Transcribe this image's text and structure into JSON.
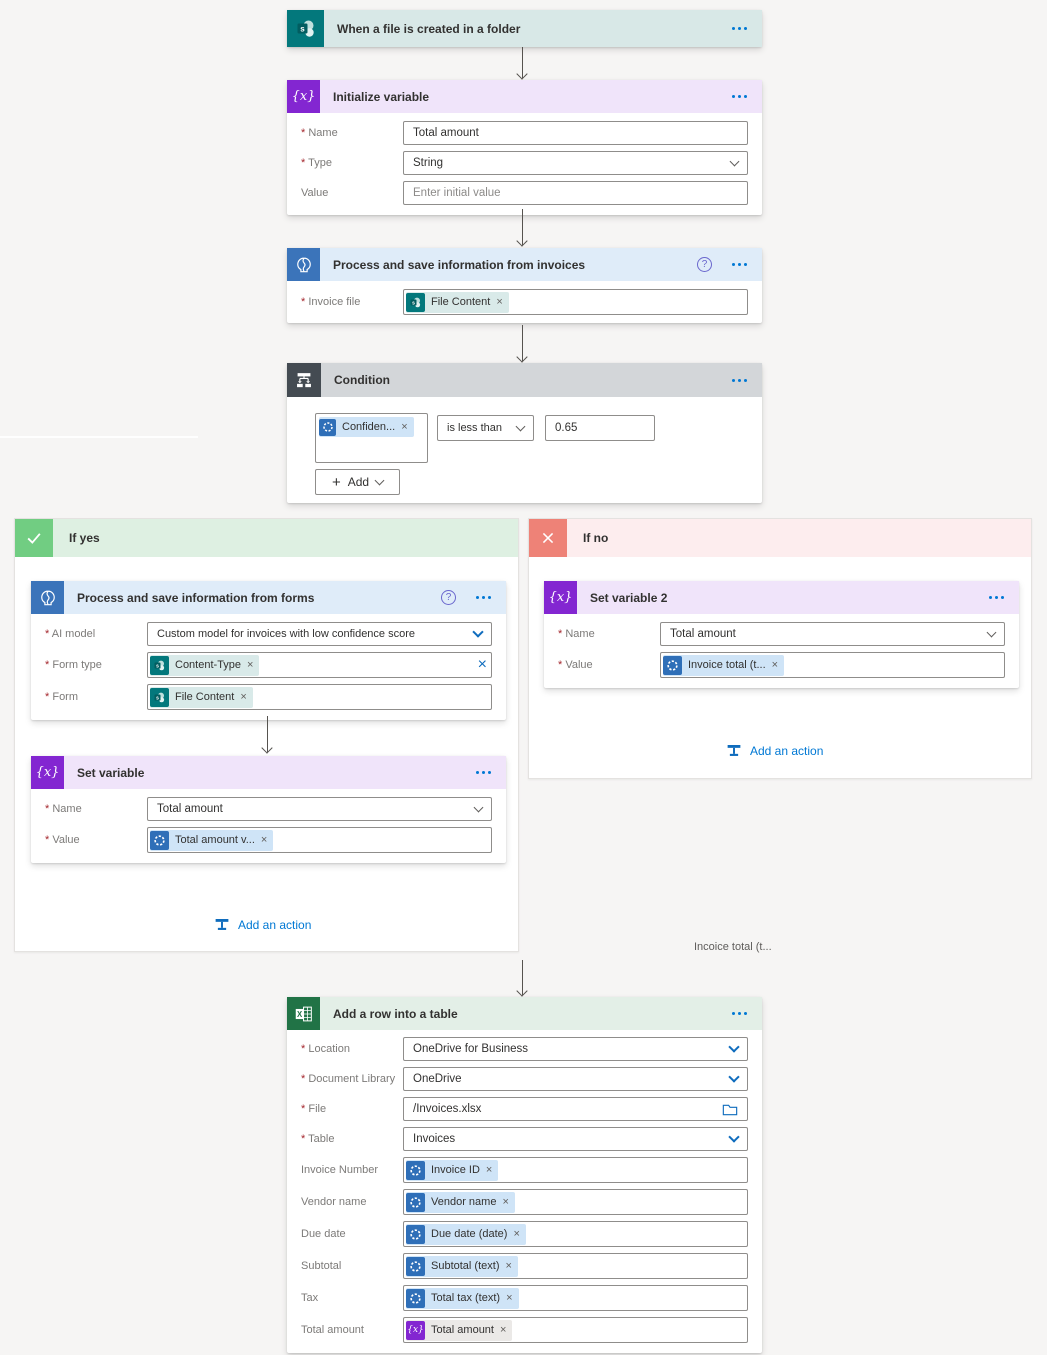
{
  "colors": {
    "accent": "#0078d4",
    "sharepoint_teal": "#03787c",
    "ai_builder_blue": "#3b74ba",
    "variable_purple": "#8326d1",
    "excel_green": "#217346",
    "condition_gray": "#444b52",
    "if_yes_green": "#71cd82",
    "if_no_red": "#ee8277"
  },
  "trigger": {
    "title": "When a file is created in a folder"
  },
  "init_var": {
    "title": "Initialize variable",
    "name_label": "Name",
    "name_value": "Total amount",
    "type_label": "Type",
    "type_value": "String",
    "value_label": "Value",
    "value_placeholder": "Enter initial value"
  },
  "process_invoices": {
    "title": "Process and save information from invoices",
    "invoice_file_label": "Invoice file",
    "invoice_file_token": "File Content"
  },
  "condition": {
    "title": "Condition",
    "token": "Confiden...",
    "operator": "is less than",
    "value": "0.65",
    "add_label": "Add"
  },
  "if_yes": {
    "label": "If yes",
    "forms": {
      "title": "Process and save information from forms",
      "ai_model_label": "AI model",
      "ai_model_value": "Custom model for invoices with low confidence score",
      "form_type_label": "Form type",
      "form_type_token": "Content-Type",
      "form_label": "Form",
      "form_token": "File Content"
    },
    "set_variable": {
      "title": "Set variable",
      "name_label": "Name",
      "name_value": "Total amount",
      "value_label": "Value",
      "value_token": "Total amount v..."
    },
    "add_action": "Add an action"
  },
  "if_no": {
    "label": "If no",
    "set_variable2": {
      "title": "Set variable 2",
      "name_label": "Name",
      "name_value": "Total amount",
      "value_label": "Value",
      "value_token": "Invoice total (t..."
    },
    "add_action": "Add an action"
  },
  "floating_text": "Incoice total (t...",
  "add_row": {
    "title": "Add a row into a table",
    "rows": [
      {
        "label": "Location",
        "value": "OneDrive for Business"
      },
      {
        "label": "Document Library",
        "value": "OneDrive"
      },
      {
        "label": "File",
        "value": "/Invoices.xlsx"
      },
      {
        "label": "Table",
        "value": "Invoices"
      },
      {
        "label": "Invoice Number",
        "token": "Invoice ID"
      },
      {
        "label": "Vendor name",
        "token": "Vendor name"
      },
      {
        "label": "Due date",
        "token": "Due date (date)"
      },
      {
        "label": "Subtotal",
        "token": "Subtotal (text)"
      },
      {
        "label": "Tax",
        "token": "Total tax (text)"
      },
      {
        "label": "Total amount",
        "token": "Total amount"
      }
    ]
  }
}
